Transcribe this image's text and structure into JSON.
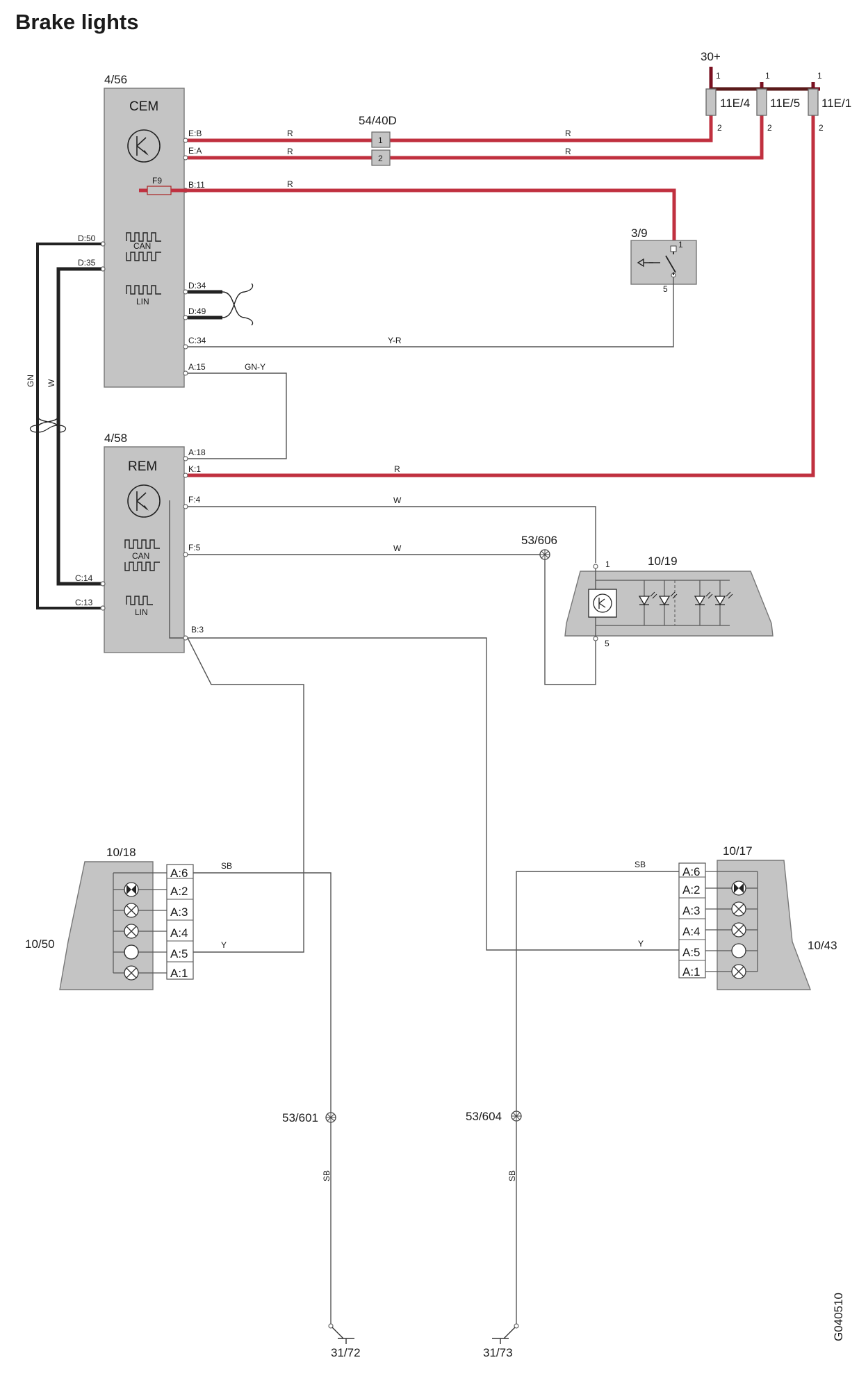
{
  "title": "Brake lights",
  "doc_id": "G040510",
  "supply": "30+",
  "fuses": [
    "11E/4",
    "11E/5",
    "11E/1"
  ],
  "fuse_pins": {
    "top": "1",
    "bottom": "2"
  },
  "cem": {
    "ref": "4/56",
    "name": "CEM",
    "can": "CAN",
    "lin": "LIN",
    "internal_fuse": "F9",
    "pins": {
      "eb": "E:B",
      "ea": "E:A",
      "b11": "B:11",
      "d50": "D:50",
      "d35": "D:35",
      "d34": "D:34",
      "d49": "D:49",
      "c34": "C:34",
      "a15": "A:15"
    }
  },
  "rem": {
    "ref": "4/58",
    "name": "REM",
    "can": "CAN",
    "lin": "LIN",
    "pins": {
      "a18": "A:18",
      "k1": "K:1",
      "f4": "F:4",
      "f5": "F:5",
      "c14": "C:14",
      "c13": "C:13",
      "b3": "B:3"
    }
  },
  "connector": {
    "ref": "54/40D",
    "pins": [
      "1",
      "2"
    ]
  },
  "brake_switch": {
    "ref": "3/9",
    "pin_top": "1",
    "pin_bottom": "5"
  },
  "high_brake_light": {
    "ref": "10/19",
    "pin_top": "1",
    "pin_bottom": "5"
  },
  "splices": {
    "s606": "53/606",
    "s601": "53/601",
    "s604": "53/604"
  },
  "grounds": {
    "left": "31/72",
    "right": "31/73"
  },
  "left_lamp": {
    "ref": "10/18",
    "side_ref": "10/50",
    "pins": [
      "A:6",
      "A:2",
      "A:3",
      "A:4",
      "A:5",
      "A:1"
    ]
  },
  "right_lamp": {
    "ref": "10/17",
    "side_ref": "10/43",
    "pins": [
      "A:6",
      "A:2",
      "A:3",
      "A:4",
      "A:5",
      "A:1"
    ]
  },
  "wire_colors": {
    "r": "R",
    "yr": "Y-R",
    "gny": "GN-Y",
    "w": "W",
    "gn": "GN",
    "sb": "SB",
    "y": "Y"
  }
}
